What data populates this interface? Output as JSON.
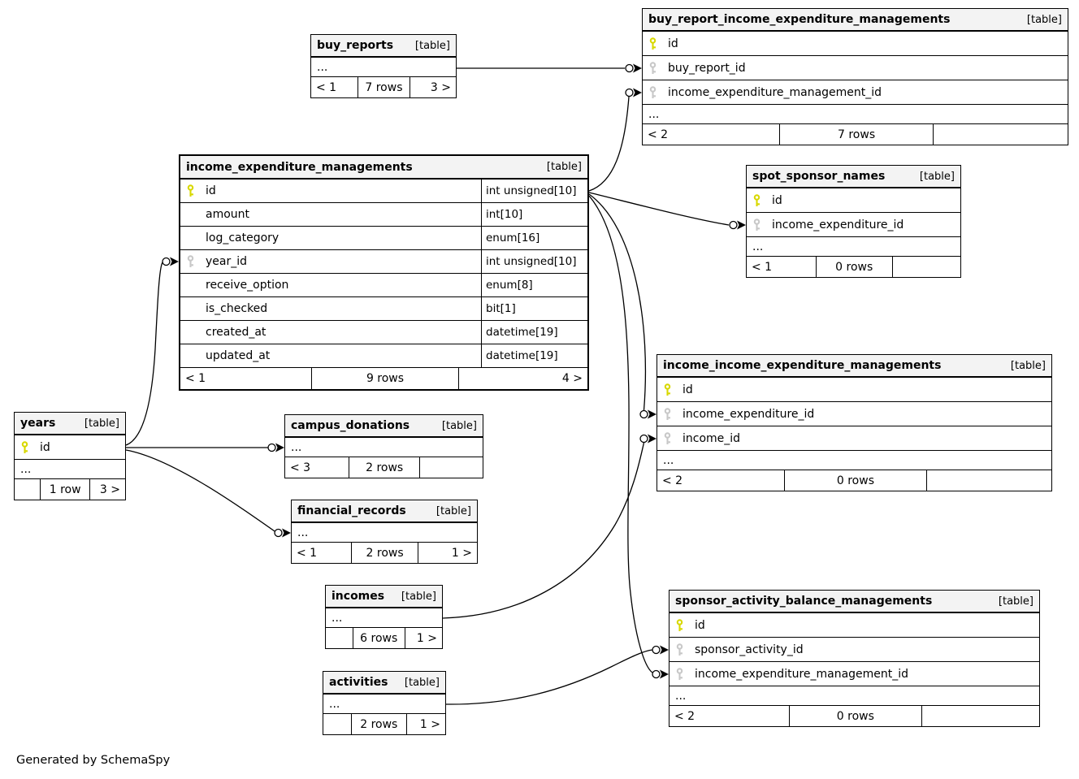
{
  "table_tag": "[table]",
  "generator_note": "Generated by SchemaSpy",
  "colors": {
    "primary_key_icon": "#d8d800",
    "foreign_key_icon": "#c8c8c8",
    "header_background": "#f3f3f3",
    "line": "#000000"
  },
  "tables": {
    "buy_reports": {
      "title": "buy_reports",
      "more": "...",
      "footer": {
        "left": "< 1",
        "center": "7 rows",
        "right": "3 >"
      }
    },
    "buy_report_income_expenditure_managements": {
      "title": "buy_report_income_expenditure_managements",
      "columns": [
        {
          "name": "id",
          "key": "pk"
        },
        {
          "name": "buy_report_id",
          "key": "fk"
        },
        {
          "name": "income_expenditure_management_id",
          "key": "fk"
        }
      ],
      "more": "...",
      "footer": {
        "left": "< 2",
        "center": "7 rows",
        "right": ""
      }
    },
    "income_expenditure_managements": {
      "title": "income_expenditure_managements",
      "columns": [
        {
          "name": "id",
          "type": "int unsigned[10]",
          "key": "pk"
        },
        {
          "name": "amount",
          "type": "int[10]",
          "key": ""
        },
        {
          "name": "log_category",
          "type": "enum[16]",
          "key": ""
        },
        {
          "name": "year_id",
          "type": "int unsigned[10]",
          "key": "fk"
        },
        {
          "name": "receive_option",
          "type": "enum[8]",
          "key": ""
        },
        {
          "name": "is_checked",
          "type": "bit[1]",
          "key": ""
        },
        {
          "name": "created_at",
          "type": "datetime[19]",
          "key": ""
        },
        {
          "name": "updated_at",
          "type": "datetime[19]",
          "key": ""
        }
      ],
      "footer": {
        "left": "< 1",
        "center": "9 rows",
        "right": "4 >"
      }
    },
    "spot_sponsor_names": {
      "title": "spot_sponsor_names",
      "columns": [
        {
          "name": "id",
          "key": "pk"
        },
        {
          "name": "income_expenditure_id",
          "key": "fk"
        }
      ],
      "more": "...",
      "footer": {
        "left": "< 1",
        "center": "0 rows",
        "right": ""
      }
    },
    "income_income_expenditure_managements": {
      "title": "income_income_expenditure_managements",
      "columns": [
        {
          "name": "id",
          "key": "pk"
        },
        {
          "name": "income_expenditure_id",
          "key": "fk"
        },
        {
          "name": "income_id",
          "key": "fk"
        }
      ],
      "more": "...",
      "footer": {
        "left": "< 2",
        "center": "0 rows",
        "right": ""
      }
    },
    "years": {
      "title": "years",
      "columns": [
        {
          "name": "id",
          "key": "pk"
        }
      ],
      "more": "...",
      "footer": {
        "left": "",
        "center": "1 row",
        "right": "3 >"
      }
    },
    "campus_donations": {
      "title": "campus_donations",
      "more": "...",
      "footer": {
        "left": "< 3",
        "center": "2 rows",
        "right": ""
      }
    },
    "financial_records": {
      "title": "financial_records",
      "more": "...",
      "footer": {
        "left": "< 1",
        "center": "2 rows",
        "right": "1 >"
      }
    },
    "incomes": {
      "title": "incomes",
      "more": "...",
      "footer": {
        "left": "",
        "center": "6 rows",
        "right": "1 >"
      }
    },
    "activities": {
      "title": "activities",
      "more": "...",
      "footer": {
        "left": "",
        "center": "2 rows",
        "right": "1 >"
      }
    },
    "sponsor_activity_balance_managements": {
      "title": "sponsor_activity_balance_managements",
      "columns": [
        {
          "name": "id",
          "key": "pk"
        },
        {
          "name": "sponsor_activity_id",
          "key": "fk"
        },
        {
          "name": "income_expenditure_management_id",
          "key": "fk"
        }
      ],
      "more": "...",
      "footer": {
        "left": "< 2",
        "center": "0 rows",
        "right": ""
      }
    }
  }
}
